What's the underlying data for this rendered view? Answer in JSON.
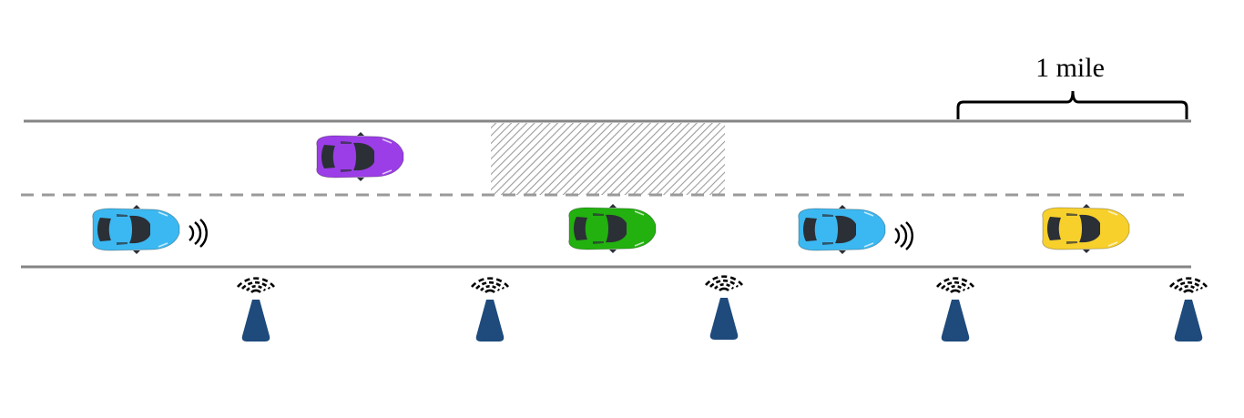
{
  "scale": {
    "label": "1 mile"
  },
  "colors": {
    "road_line": "#858585",
    "lane_divider": "#9a9a9a",
    "obstacle_hatch": "#9b9b9b",
    "tower": "#1e4a7c",
    "car_blue": "#3bb8f1",
    "car_purple": "#9b3ee7",
    "car_green": "#22b10f",
    "car_yellow": "#f8d02b",
    "car_window": "#2b2f36"
  },
  "vehicles": [
    {
      "id": "blue-car-1",
      "color": "car_blue",
      "lane": "bottom",
      "connected": true
    },
    {
      "id": "purple-car",
      "color": "car_purple",
      "lane": "top",
      "connected": false
    },
    {
      "id": "green-car",
      "color": "car_green",
      "lane": "bottom",
      "connected": false
    },
    {
      "id": "blue-car-2",
      "color": "car_blue",
      "lane": "bottom",
      "connected": true
    },
    {
      "id": "yellow-car",
      "color": "car_yellow",
      "lane": "bottom",
      "connected": false
    }
  ],
  "roadside_units": 5,
  "obstacle": {
    "lane": "top"
  }
}
